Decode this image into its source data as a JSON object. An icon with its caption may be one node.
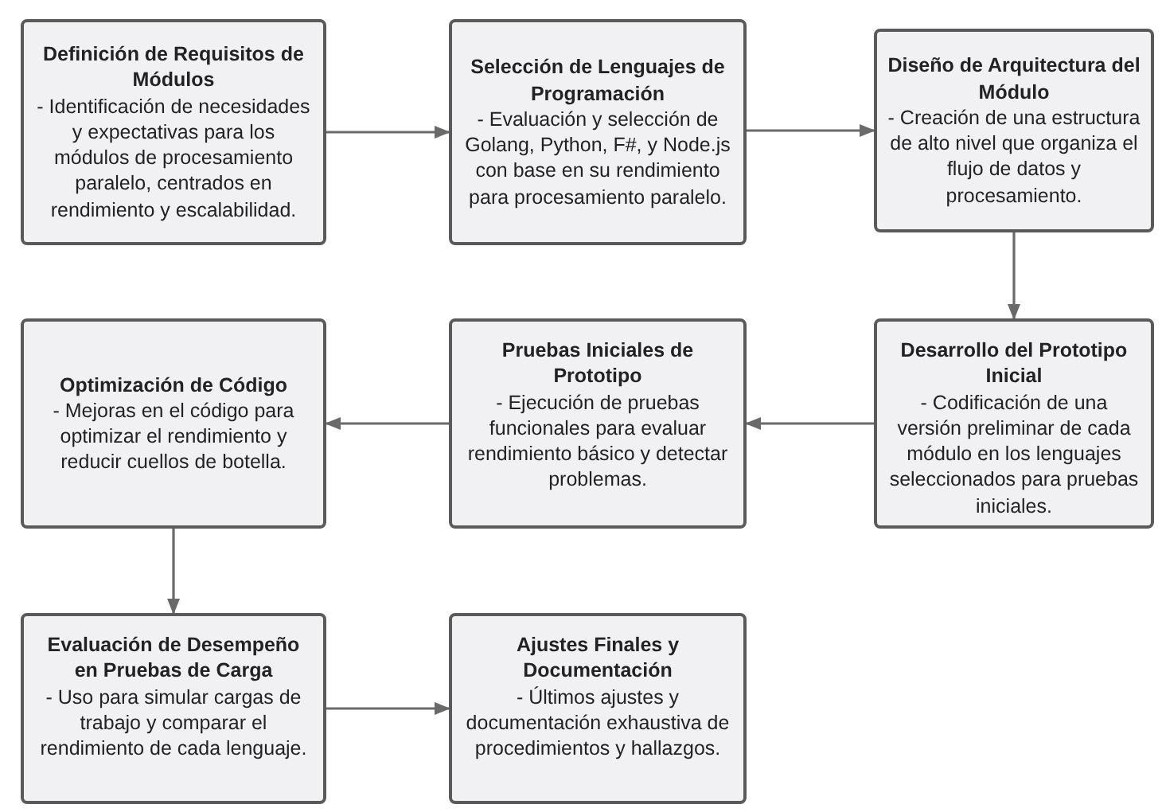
{
  "diagram": {
    "nodes": [
      {
        "text": [
          "Definición de Requisitos de Módulos",
          "- Identificación de necesidades y expectativas para los módulos de procesamiento paralelo, centrados en rendimiento y escalabilidad."
        ]
      },
      {
        "text": [
          "Selección de Lenguajes de Programación",
          "- Evaluación y selección de Golang, Python, F#, y Node.js con base en su rendimiento para procesamiento paralelo."
        ]
      },
      {
        "text": [
          "Diseño de Arquitectura del Módulo",
          "- Creación de una estructura de alto nivel que organiza el flujo de datos y procesamiento."
        ]
      },
      {
        "text": [
          "Desarrollo del Prototipo Inicial",
          "- Codificación de una versión preliminar de cada módulo en los lenguajes seleccionados para pruebas iniciales."
        ]
      },
      {
        "text": [
          "Pruebas Iniciales de Prototipo",
          "- Ejecución de pruebas funcionales para evaluar rendimiento básico y detectar problemas."
        ]
      },
      {
        "text": [
          "Optimización de Código",
          "- Mejoras en el código para optimizar el rendimiento y reducir cuellos de botella."
        ]
      },
      {
        "text": [
          "Evaluación de Desempeño en Pruebas de Carga",
          "- Uso para simular cargas de trabajo y comparar el rendimiento de cada lenguaje."
        ]
      },
      {
        "text": [
          "Ajustes Finales y Documentación",
          "- Últimos ajustes y documentación exhaustiva de procedimientos y hallazgos."
        ]
      }
    ],
    "edges": [
      {
        "from": 0,
        "to": 1,
        "arrow": "to"
      },
      {
        "from": 1,
        "to": 2,
        "arrow": "to"
      },
      {
        "from": 2,
        "to": 3,
        "arrow": "to"
      },
      {
        "from": 3,
        "to": 4,
        "arrow": "to"
      },
      {
        "from": 4,
        "to": 5,
        "arrow": "to"
      },
      {
        "from": 5,
        "to": 6,
        "arrow": "to"
      },
      {
        "from": 6,
        "to": 7,
        "arrow": "to"
      }
    ]
  }
}
